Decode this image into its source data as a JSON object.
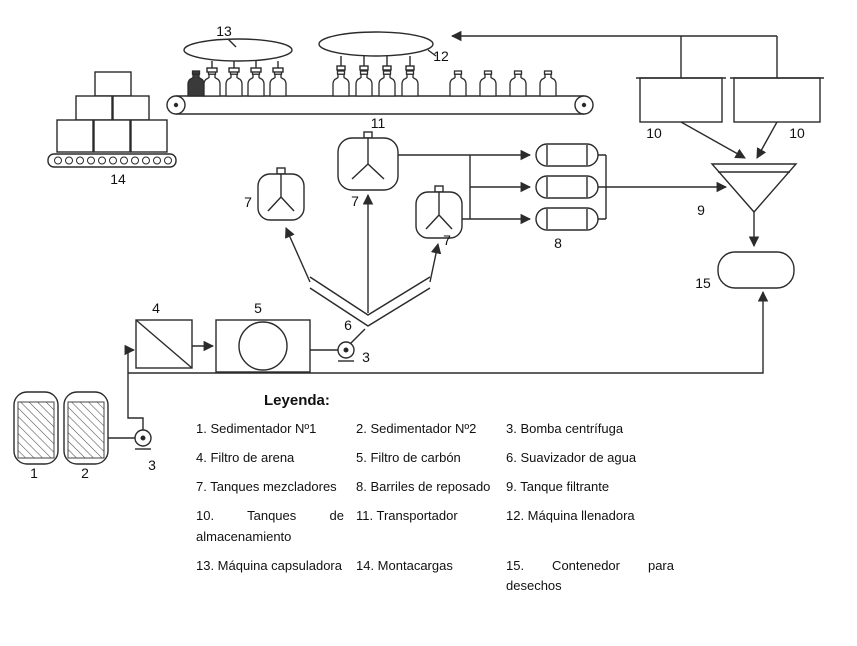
{
  "callouts": {
    "capper": "13",
    "filler": "12",
    "conveyor": "11",
    "storage_left": "10",
    "storage_right": "10",
    "filter_tank": "9",
    "waste_container": "15",
    "barrels": "8",
    "mixer_left": "7",
    "mixer_center": "7",
    "mixer_right": "7",
    "softener": "6",
    "carbon_filter": "5",
    "sand_filter": "4",
    "pump_center": "3",
    "pump_bottom": "3",
    "sedimentator_1": "1",
    "sedimentator_2": "2",
    "forklift": "14"
  },
  "legend": {
    "title": "Leyenda:",
    "items": [
      "1. Sedimentador Nº1",
      "2. Sedimentador Nº2",
      "3. Bomba centrífuga",
      "4. Filtro de arena",
      "5. Filtro de carbón",
      "6. Suavizador de agua",
      "7. Tanques mezcladores",
      "8. Barriles de reposado",
      "9. Tanque filtrante",
      "10. Tanques de almacenamiento",
      "11. Transportador",
      "12. Máquina llenadora",
      "13. Máquina capsuladora",
      "14. Montacargas",
      "15. Contenedor para desechos"
    ]
  },
  "colors": {
    "line": "#2b2b2b",
    "background": "#ffffff"
  }
}
